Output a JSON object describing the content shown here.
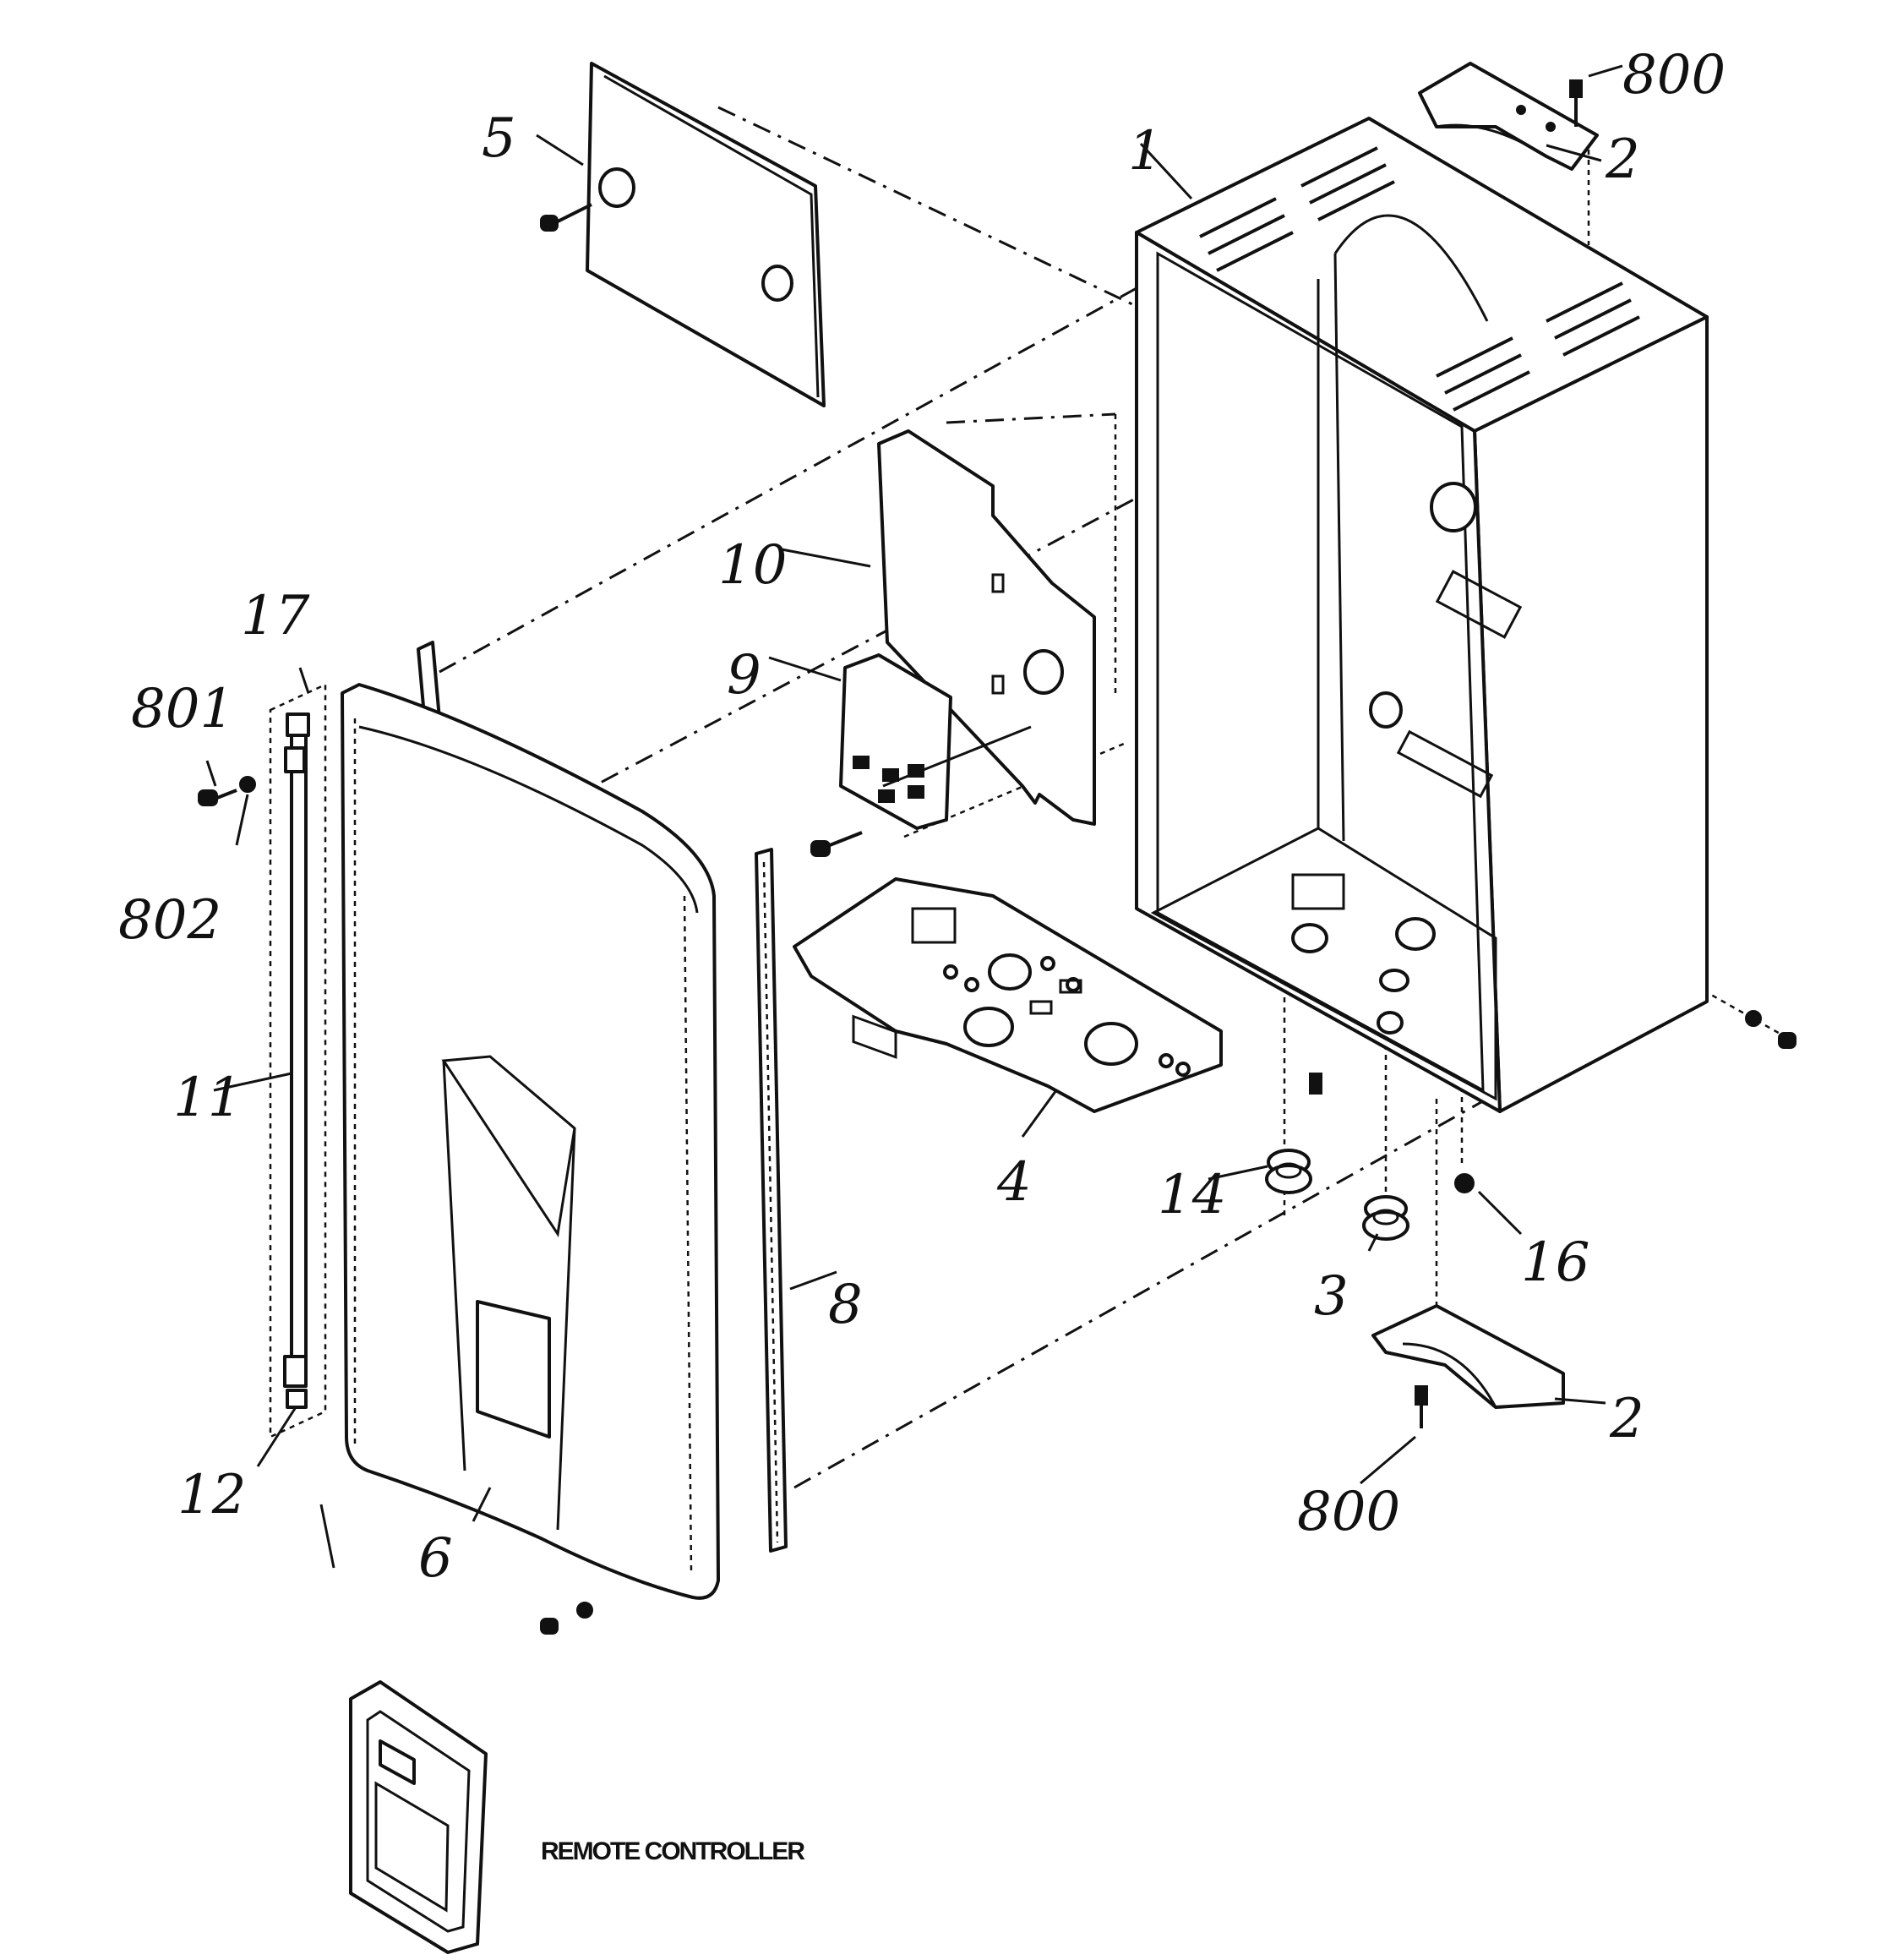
{
  "callouts": {
    "c1": "1",
    "c2_top": "2",
    "c2_bottom": "2",
    "c3": "3",
    "c4": "4",
    "c5": "5",
    "c6": "6",
    "c8": "8",
    "c9": "9",
    "c10": "10",
    "c11": "11",
    "c12": "12",
    "c14": "14",
    "c16": "16",
    "c17": "17",
    "c800_top": "800",
    "c800_bottom": "800",
    "c801": "801",
    "c802": "802"
  },
  "caption": {
    "remote_controller": "REMOTE CONTROLLER"
  }
}
